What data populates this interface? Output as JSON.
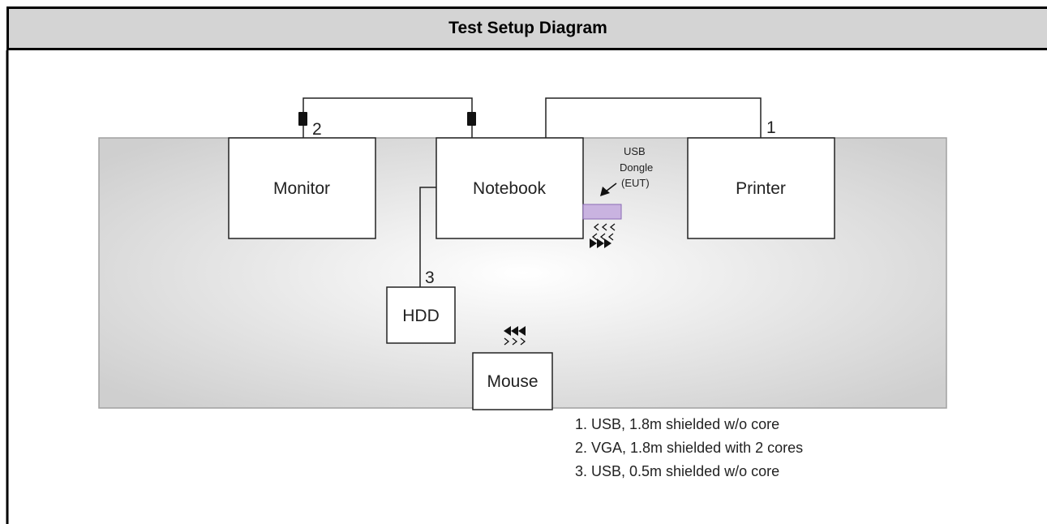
{
  "header": {
    "title": "Test Setup Diagram"
  },
  "devices": {
    "monitor": "Monitor",
    "notebook": "Notebook",
    "printer": "Printer",
    "hdd": "HDD",
    "mouse": "Mouse"
  },
  "dongle": {
    "line1": "USB",
    "line2": "Dongle",
    "line3": "(EUT)"
  },
  "cable_numbers": {
    "c1": "1",
    "c2": "2",
    "c3": "3"
  },
  "legend": [
    "1. USB, 1.8m shielded w/o core",
    "2. VGA, 1.8m shielded with  2 cores",
    "3. USB, 0.5m shielded w/o core"
  ],
  "colors": {
    "dongle": "#c9b3e0",
    "table_edge": "#a0a0a0",
    "header_bg": "#d4d4d4"
  }
}
